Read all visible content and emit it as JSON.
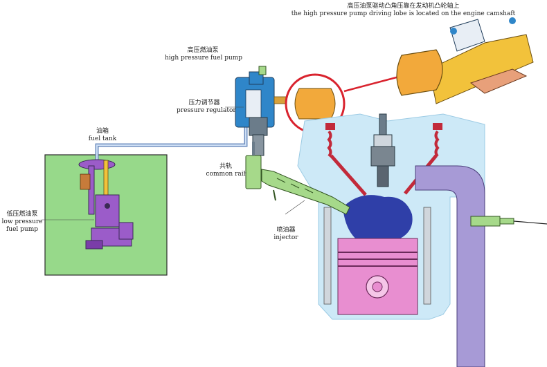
{
  "labels": {
    "camshaft": {
      "zh": "高压油泵驱动凸角压靠在发动机凸轮轴上",
      "en": "the high pressure pump driving lobe is located on the engine camshaft"
    },
    "hp_pump": {
      "zh": "高压燃油泵",
      "en": "high pressure fuel pump"
    },
    "regulator": {
      "zh": "压力调节器",
      "en": "pressure regulator"
    },
    "fuel_tank": {
      "zh": "油箱",
      "en": "fuel tank"
    },
    "common_rail": {
      "zh": "共轨",
      "en": "common rail"
    },
    "lp_pump": {
      "zh": "低压燃油泵",
      "en1": "low pressure",
      "en2": "fuel pump"
    },
    "injector": {
      "zh": "喷油器",
      "en": "injector"
    }
  },
  "colors": {
    "tank": "#97d98a",
    "pump_purple": "#9b5cc9",
    "coolant": "#cde9f7",
    "piston": "#e88ed0",
    "exhaust": "#a79ad6",
    "combustion": "#2f3fa8",
    "cam_orange": "#f2a93b",
    "highlight_red": "#d9232e",
    "rail_green": "#a6d98a",
    "hp_blue": "#2f86c9"
  }
}
